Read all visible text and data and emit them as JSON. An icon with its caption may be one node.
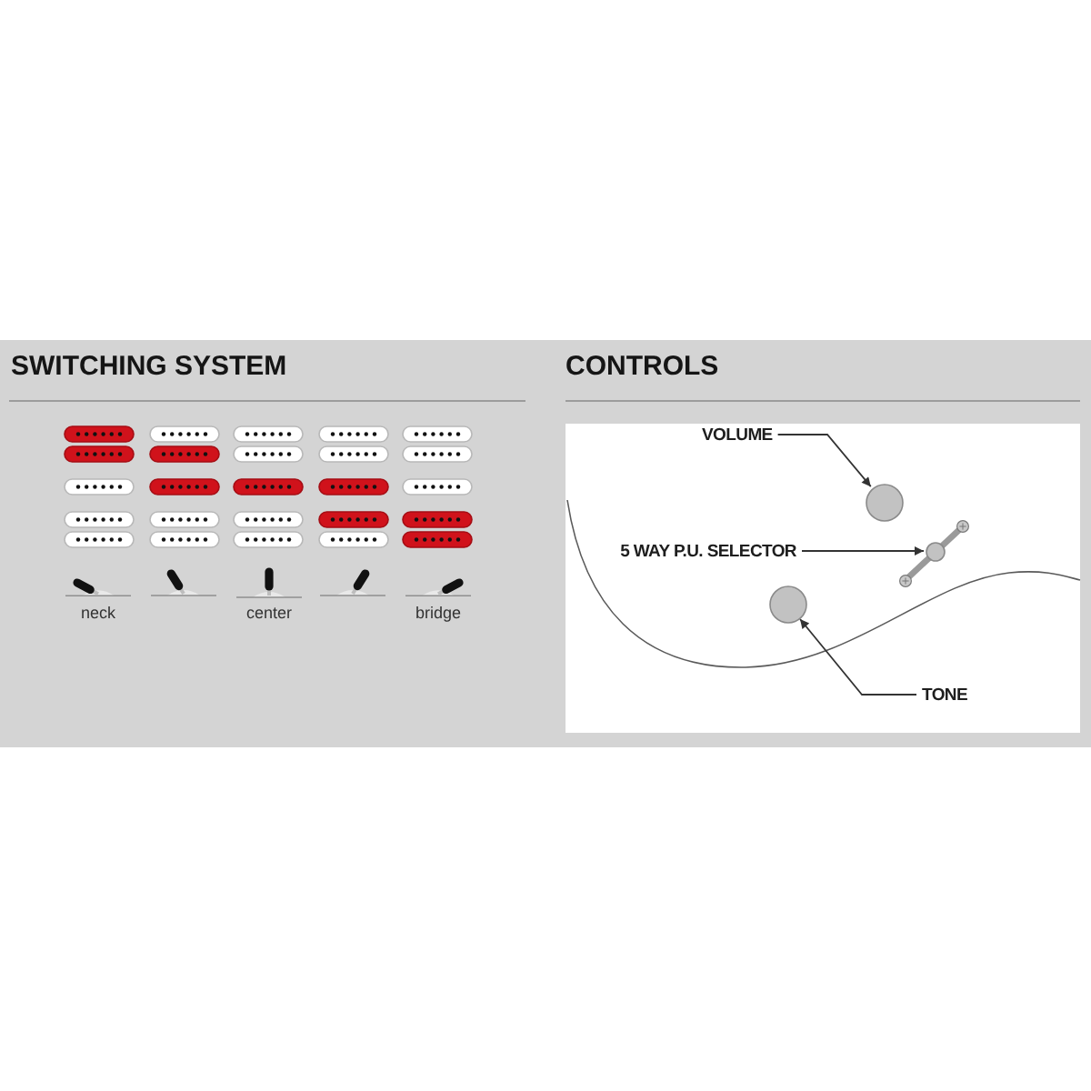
{
  "diagram": {
    "nodes": [
      {
        "text": [
          "VOLUME"
        ]
      },
      {
        "text": [],
        "shape": "circle"
      },
      {
        "text": [
          "5 WAY P.U. SELECTOR"
        ]
      },
      {
        "text": [],
        "shape": "circle"
      },
      {
        "text": [
          "TONE"
        ]
      },
      {
        "text": [],
        "shape": "circle"
      }
    ],
    "edges": [
      {
        "from": 0,
        "to": 1,
        "arrow": "to"
      },
      {
        "from": 2,
        "to": 3,
        "arrow": "to"
      },
      {
        "from": 4,
        "to": 5,
        "arrow": "to"
      }
    ],
    "labels": [
      "SWITCHING SYSTEM",
      "neck",
      "center",
      "bridge",
      "CONTROLS"
    ]
  }
}
